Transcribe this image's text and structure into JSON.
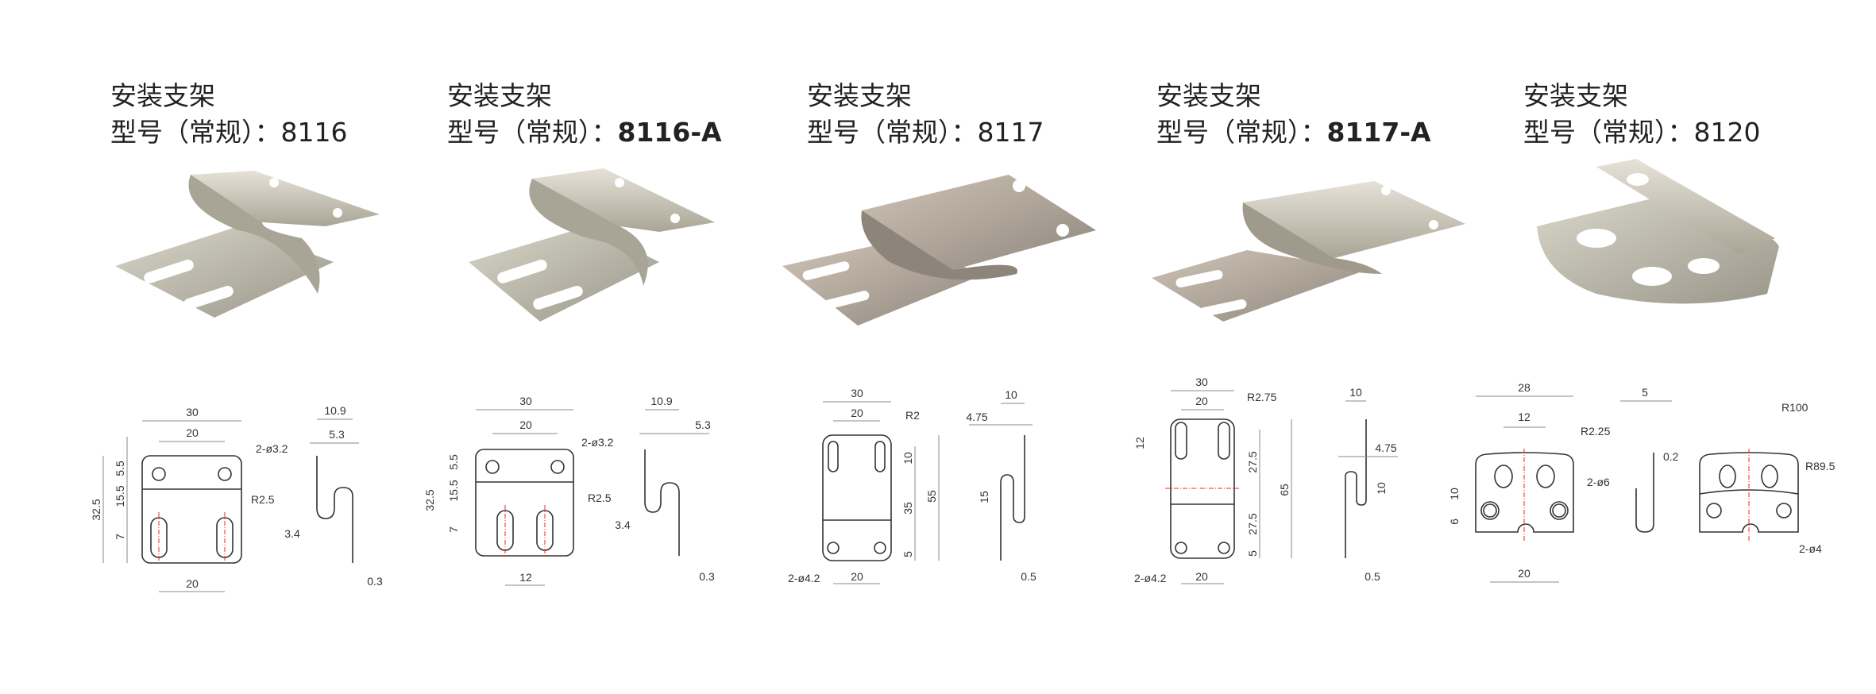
{
  "products": [
    {
      "name": "安装支架",
      "model_label": "型号（常规）：",
      "model": "8116",
      "dims": [
        "30",
        "20",
        "2-ø3.2",
        "R2.5",
        "32.5",
        "5.5",
        "15.5",
        "7",
        "20",
        "10.9",
        "5.3",
        "3.4",
        "0.3"
      ]
    },
    {
      "name": "安装支架",
      "model_label": "型号（常规）：",
      "model": "8116-A",
      "dims": [
        "30",
        "20",
        "2-ø3.2",
        "R2.5",
        "32.5",
        "5.5",
        "15.5",
        "7",
        "12",
        "10.9",
        "5.3",
        "3.4",
        "0.3"
      ]
    },
    {
      "name": "安装支架",
      "model_label": "型号（常规）：",
      "model": "8117",
      "dims": [
        "30",
        "20",
        "R2",
        "10",
        "35",
        "55",
        "5",
        "2-ø4.2",
        "20",
        "10",
        "4.75",
        "15",
        "0.5"
      ]
    },
    {
      "name": "安装支架",
      "model_label": "型号（常规）：",
      "model": "8117-A",
      "dims": [
        "30",
        "20",
        "R2.75",
        "12",
        "27.5",
        "27.5",
        "65",
        "5",
        "2-ø4.2",
        "20",
        "10",
        "4.75",
        "10",
        "0.5"
      ]
    },
    {
      "name": "安装支架",
      "model_label": "型号（常规）：",
      "model": "8120",
      "dims": [
        "28",
        "12",
        "R2.25",
        "2-ø6",
        "10",
        "6",
        "20",
        "5",
        "0.2",
        "R100",
        "R89.5",
        "2-ø4"
      ]
    }
  ],
  "colors": {
    "centerline": "#ff2222",
    "outline": "#333333",
    "metal": "#b8b4a4"
  }
}
